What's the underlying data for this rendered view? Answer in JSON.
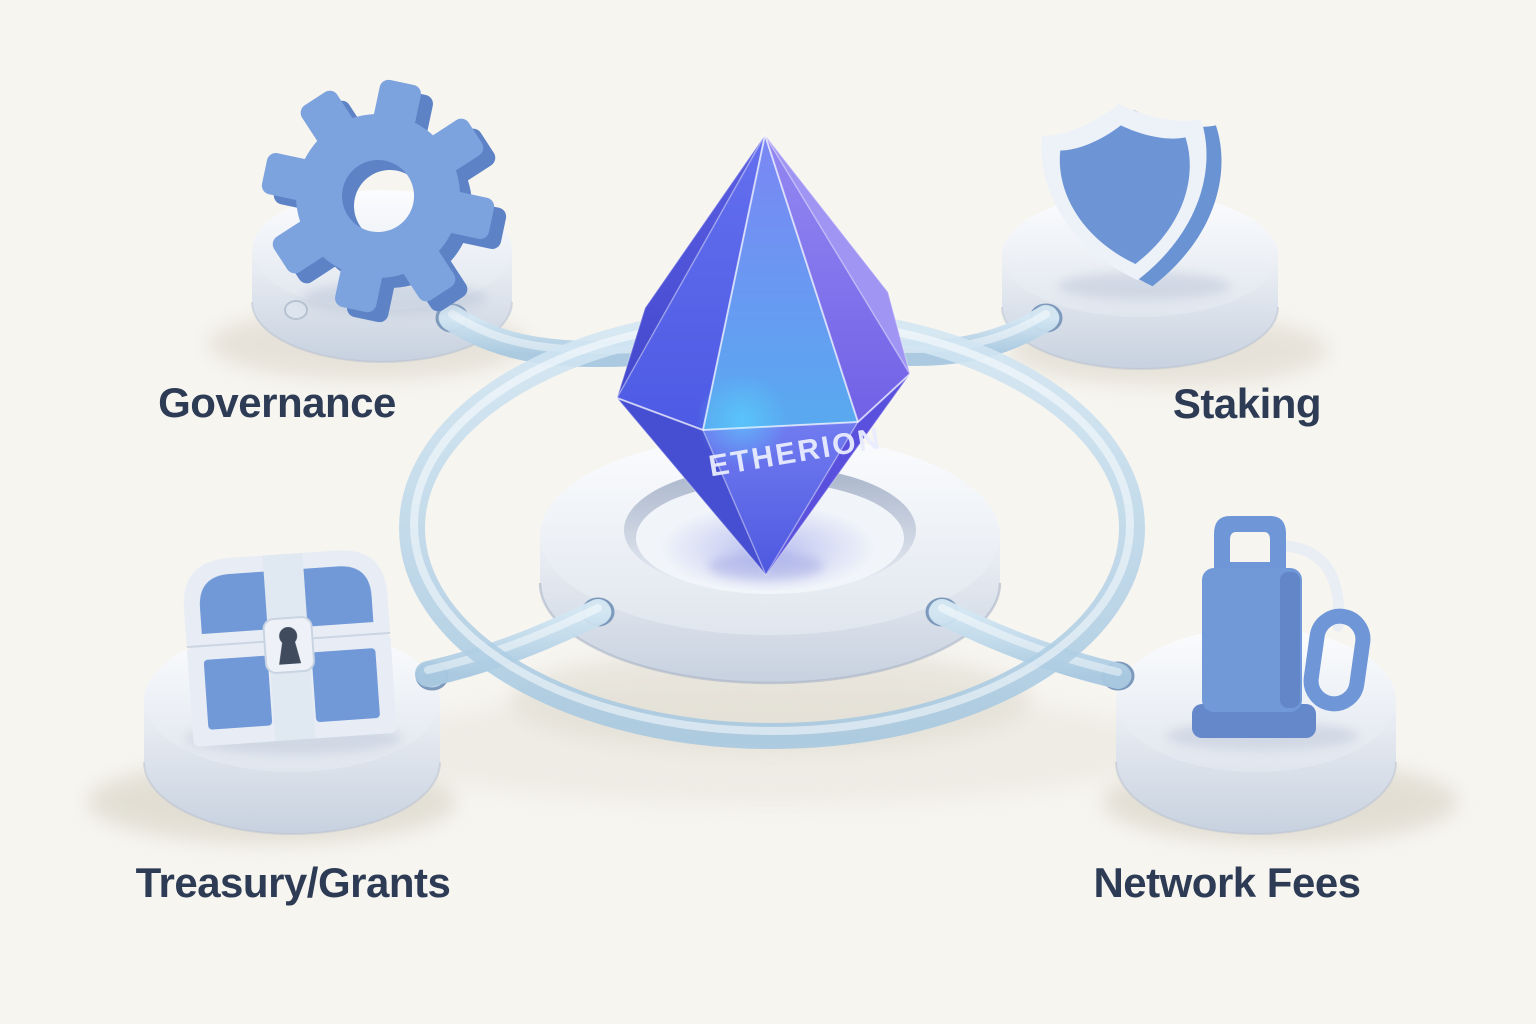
{
  "diagram": {
    "center": {
      "label": "ETHERION",
      "icon": "crystal-gem-icon"
    },
    "nodes": [
      {
        "id": "governance",
        "label": "Governance",
        "icon": "gear-icon",
        "position": "top-left"
      },
      {
        "id": "staking",
        "label": "Staking",
        "icon": "shield-icon",
        "position": "top-right"
      },
      {
        "id": "treasury-grants",
        "label": "Treasury/Grants",
        "icon": "treasure-chest-icon",
        "position": "bottom-left"
      },
      {
        "id": "network-fees",
        "label": "Network Fees",
        "icon": "fuel-pump-icon",
        "position": "bottom-right"
      }
    ],
    "colors": {
      "background": "#f7f5f0",
      "label_text": "#2d3b55",
      "icon_blue": "#7199d8",
      "icon_blue_dark": "#5d83c6",
      "icon_trim_white": "#e9eef5",
      "pedestal_light": "#f2f5f9",
      "connector_glass": "#bcd6ea",
      "crystal_blue": "#4f5ce4",
      "crystal_purple": "#8f83f0",
      "crystal_cyan": "#58aaf0",
      "crystal_label_text": "#e9edff"
    }
  }
}
